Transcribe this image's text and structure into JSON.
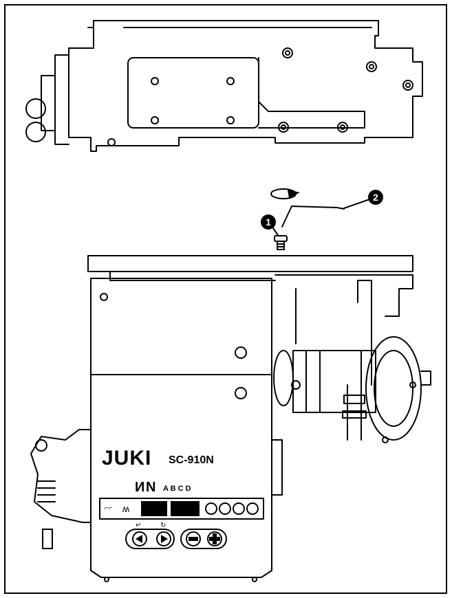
{
  "callouts": {
    "screw": "1",
    "wrench": "2"
  },
  "panel": {
    "brand": "JUKI",
    "model": "SC-910N",
    "mode_label": "N",
    "mode_label_prefix": "И",
    "letters": "A B C D"
  },
  "colors": {
    "ink": "#000000",
    "paper": "#ffffff"
  }
}
